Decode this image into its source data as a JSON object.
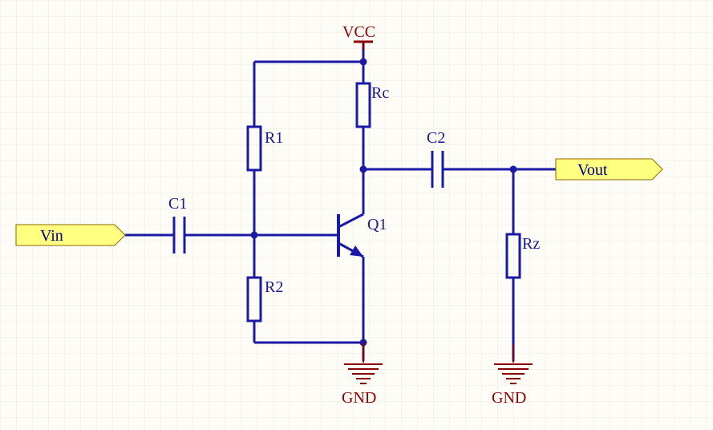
{
  "colors": {
    "background": "#fdfcf6",
    "grid": "#ecebe3",
    "wire": "#1a1aa6",
    "power": "#8b0000",
    "port_fill": "#ffff80",
    "port_stroke": "#8b6b00",
    "port_text": "#000080"
  },
  "ports": {
    "vin": "Vin",
    "vout": "Vout"
  },
  "power": {
    "vcc": "VCC",
    "gnd1": "GND",
    "gnd2": "GND"
  },
  "components": {
    "c1": "C1",
    "c2": "C2",
    "r1": "R1",
    "r2": "R2",
    "rc": "Rc",
    "rz": "Rz",
    "q1": "Q1"
  }
}
